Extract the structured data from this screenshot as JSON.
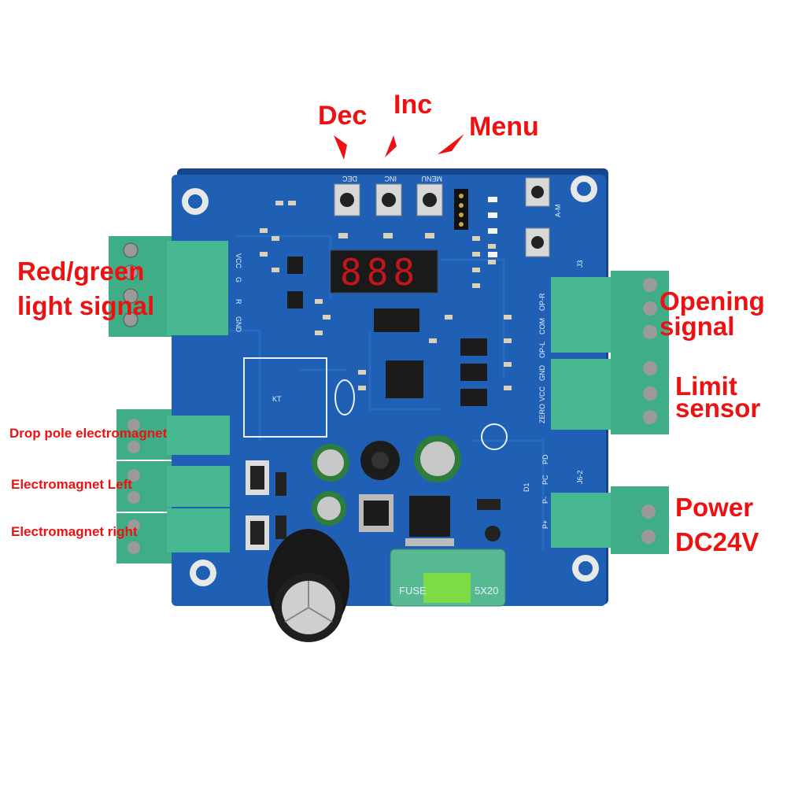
{
  "board": {
    "pcb_color": "#1f5fb4",
    "terminal_color": "#3fae86",
    "led_color": "#c0161c",
    "display_digits": "888",
    "fuse_label": "FUSE",
    "fuse_size": "5X20",
    "button_labels": {
      "dec": "DEC",
      "inc": "INC",
      "menu": "MENU"
    },
    "silk_left": [
      "VCC",
      "G",
      "R",
      "GND"
    ],
    "silk_right": [
      "ZERO",
      "VCC",
      "GND",
      "OP-L",
      "COM",
      "OP-R"
    ],
    "silk_connectors": {
      "j3": "J3",
      "j6": "J6-2",
      "d1": "D1",
      "am": "A-M",
      "kt": "KT",
      "pc": "PC",
      "pd": "PD",
      "p_plus": "P+",
      "p_minus": "P-"
    }
  },
  "annotations": {
    "dec": "Dec",
    "inc": "Inc",
    "menu": "Menu",
    "red_green_line1": "Red/green",
    "red_green_line2": "light signal",
    "opening_line1": "Opening",
    "opening_line2": "signal",
    "limit_line1": "Limit",
    "limit_line2": "sensor",
    "drop_pole": "Drop pole electromagnet",
    "em_left": "Electromagnet Left",
    "em_right": "Electromagnet right",
    "power_line1": "Power",
    "power_line2": "DC24V",
    "arrow_color": "#ee1111"
  }
}
